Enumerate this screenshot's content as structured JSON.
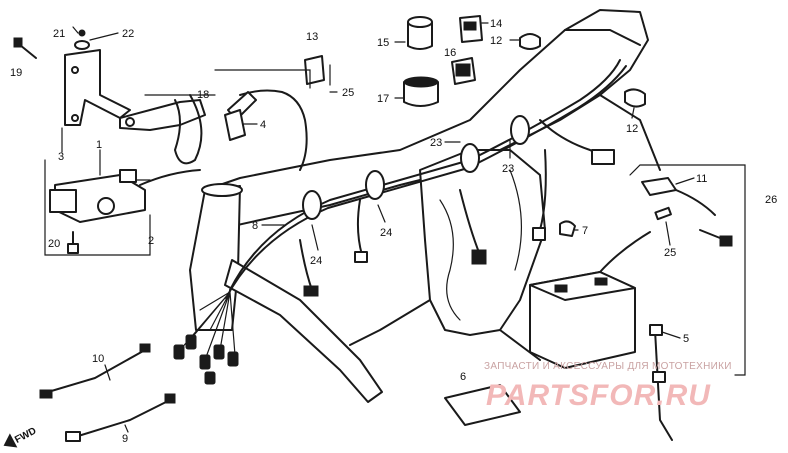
{
  "callouts": [
    {
      "id": "c1",
      "text": "1"
    },
    {
      "id": "c2",
      "text": "2"
    },
    {
      "id": "c3",
      "text": "3"
    },
    {
      "id": "c4",
      "text": "4"
    },
    {
      "id": "c5",
      "text": "5"
    },
    {
      "id": "c6",
      "text": "6"
    },
    {
      "id": "c7",
      "text": "7"
    },
    {
      "id": "c8",
      "text": "8"
    },
    {
      "id": "c9",
      "text": "9"
    },
    {
      "id": "c10",
      "text": "10"
    },
    {
      "id": "c11",
      "text": "11"
    },
    {
      "id": "c12a",
      "text": "12"
    },
    {
      "id": "c12b",
      "text": "12"
    },
    {
      "id": "c13",
      "text": "13"
    },
    {
      "id": "c14",
      "text": "14"
    },
    {
      "id": "c15",
      "text": "15"
    },
    {
      "id": "c16",
      "text": "16"
    },
    {
      "id": "c17",
      "text": "17"
    },
    {
      "id": "c18",
      "text": "18"
    },
    {
      "id": "c19",
      "text": "19"
    },
    {
      "id": "c20",
      "text": "20"
    },
    {
      "id": "c21",
      "text": "21"
    },
    {
      "id": "c22",
      "text": "22"
    },
    {
      "id": "c23a",
      "text": "23"
    },
    {
      "id": "c23b",
      "text": "23"
    },
    {
      "id": "c24a",
      "text": "24"
    },
    {
      "id": "c24b",
      "text": "24"
    },
    {
      "id": "c25a",
      "text": "25"
    },
    {
      "id": "c25b",
      "text": "25"
    },
    {
      "id": "c26",
      "text": "26"
    }
  ],
  "fwd_label": "FWD",
  "watermark": {
    "tagline": "ЗАПЧАСТИ И АКСЕССУАРЫ ДЛЯ МОТОТЕХНИКИ",
    "logo": "PARTSFOR.RU"
  }
}
